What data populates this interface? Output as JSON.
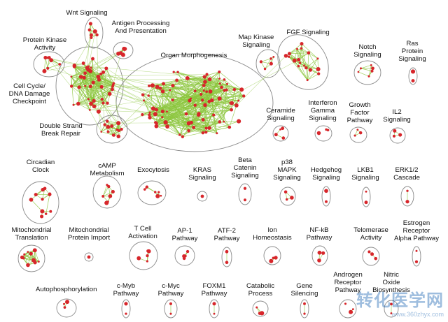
{
  "modules": {
    "wnt": "Wnt Signaling",
    "antigen": "Antigen Processing\nAnd Presentation",
    "pka": "Protein Kinase\nActivity",
    "organ": "Organ Morphogenesis",
    "cellcycle": "Cell Cycle/\nDNA Damage\nCheckpoint",
    "dsb": "Double Strand\nBreak Repair",
    "mapk": "Map Kinase\nSignaling",
    "fgf": "FGF Signaling",
    "notch": "Notch\nSignaling",
    "ras": "Ras\nProtein\nSignaling",
    "ceramide": "Ceramide\nSignaling",
    "ifng": "Interferon\nGamma\nSignaling",
    "growth": "Growth\nFactor\nPathway",
    "il2": "IL2\nSignaling",
    "circadian": "Circadian\nClock",
    "camp": "cAMP\nMetabolism",
    "exocytosis": "Exocytosis",
    "kras": "KRAS\nSignaling",
    "betacat": "Beta\nCatenin\nSignaling",
    "p38": "p38\nMAPK\nSignaling",
    "hedgehog": "Hedgehog\nSignaling",
    "lkb1": "LKB1\nSignaling",
    "erk": "ERK1/2\nCascade",
    "mitotrans": "Mitochondrial\nTranslation",
    "mitoimport": "Mitochondrial\nProtein Import",
    "tcell": "T Cell\nActivation",
    "ap1": "AP-1\nPathway",
    "atf2": "ATF-2\nPathway",
    "ion": "Ion\nHomeostasis",
    "nfkb": "NF-kB\nPathway",
    "telomerase": "Telomerase\nActivity",
    "estrogen": "Estrogen\nReceptor\nAlpha Pathway",
    "autophos": "Autophosphorylation",
    "cmyb": "c-Myb\nPathway",
    "cmyc": "c-Myc\nPathway",
    "foxm1": "FOXM1\nPathway",
    "catabolic": "Catabolic\nProcess",
    "gene": "Gene\nSilencing",
    "androgen": "Androgen\nReceptor\nPathway",
    "nitric": "Nitric\nOxide\nBiosynthesis"
  },
  "watermark": {
    "line1": "转化医学网",
    "line2": "www.360zhyx.com"
  },
  "colors": {
    "node": "#d7262b",
    "edge": "#8cc63e",
    "outline": "#8a8a8a"
  }
}
